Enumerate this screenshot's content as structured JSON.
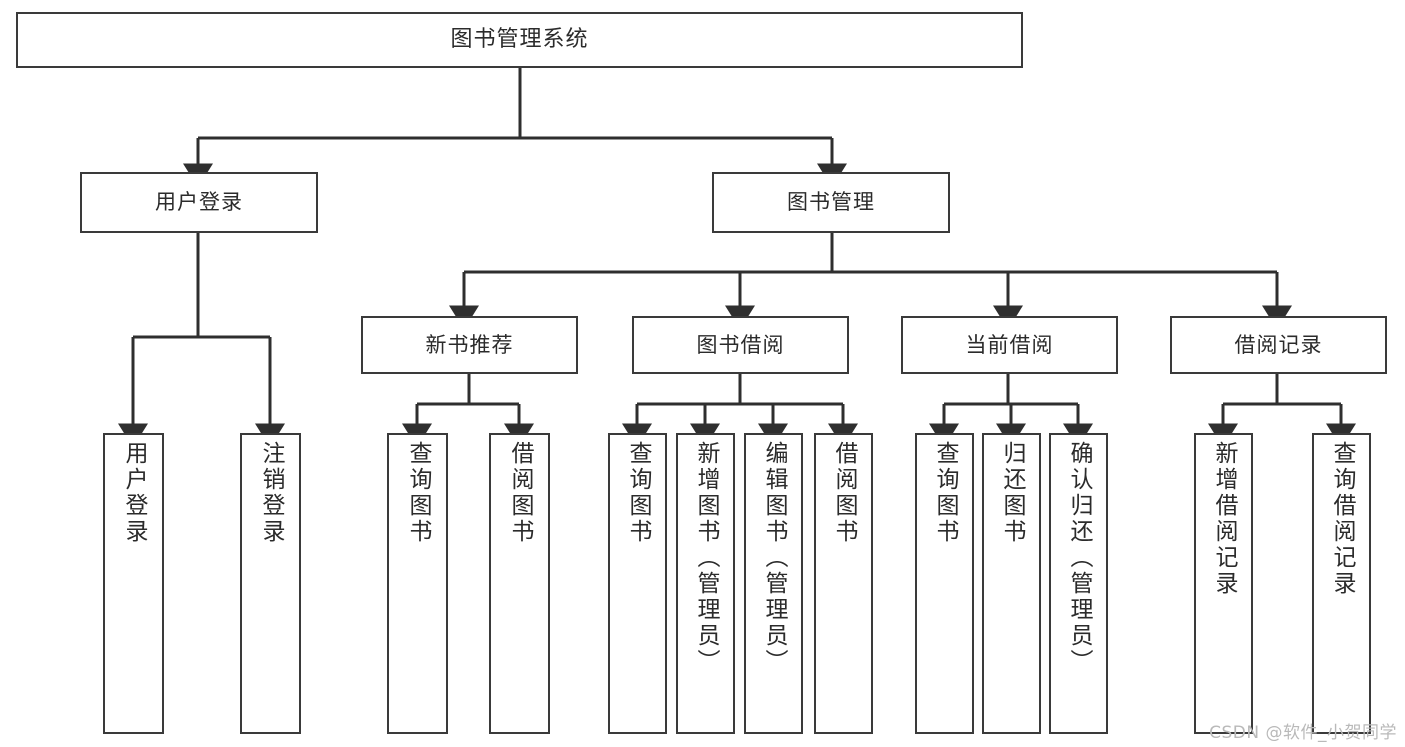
{
  "diagram": {
    "title": "图书管理系统",
    "type": "tree / functional-structure-diagram",
    "orientation": "top-down",
    "colors": {
      "box_border": "#3a3a3a",
      "box_fill": "#ffffff",
      "connector": "#2f2f2f",
      "text": "#2b2b2b",
      "watermark": "#b9b9b9",
      "background": "#ffffff"
    }
  },
  "nodes": {
    "root": {
      "label": "图书管理系统",
      "level": 0
    },
    "level1": [
      {
        "id": "user-login",
        "label": "用户登录"
      },
      {
        "id": "book-manage",
        "label": "图书管理"
      }
    ],
    "level2": [
      {
        "id": "new-book-recommend",
        "label": "新书推荐",
        "parent": "book-manage"
      },
      {
        "id": "book-borrow",
        "label": "图书借阅",
        "parent": "book-manage"
      },
      {
        "id": "current-borrow",
        "label": "当前借阅",
        "parent": "book-manage"
      },
      {
        "id": "borrow-record",
        "label": "借阅记录",
        "parent": "book-manage"
      }
    ],
    "leaves": {
      "user-login": [
        {
          "id": "leaf-user-login",
          "label": "用户登录"
        },
        {
          "id": "leaf-logout",
          "label": "注销登录"
        }
      ],
      "new-book-recommend": [
        {
          "id": "leaf-query-book-1",
          "label": "查询图书"
        },
        {
          "id": "leaf-borrow-book-1",
          "label": "借阅图书"
        }
      ],
      "book-borrow": [
        {
          "id": "leaf-query-book-2",
          "label": "查询图书"
        },
        {
          "id": "leaf-add-book",
          "label": "新增图书（管理员）"
        },
        {
          "id": "leaf-edit-book",
          "label": "编辑图书（管理员）"
        },
        {
          "id": "leaf-borrow-book-2",
          "label": "借阅图书"
        }
      ],
      "current-borrow": [
        {
          "id": "leaf-query-book-3",
          "label": "查询图书"
        },
        {
          "id": "leaf-return-book",
          "label": "归还图书"
        },
        {
          "id": "leaf-confirm-return",
          "label": "确认归还（管理员）"
        }
      ],
      "borrow-record": [
        {
          "id": "leaf-add-record",
          "label": "新增借阅记录"
        },
        {
          "id": "leaf-query-record",
          "label": "查询借阅记录"
        }
      ]
    }
  },
  "watermark": {
    "text": "CSDN @软件_小贺同学"
  }
}
